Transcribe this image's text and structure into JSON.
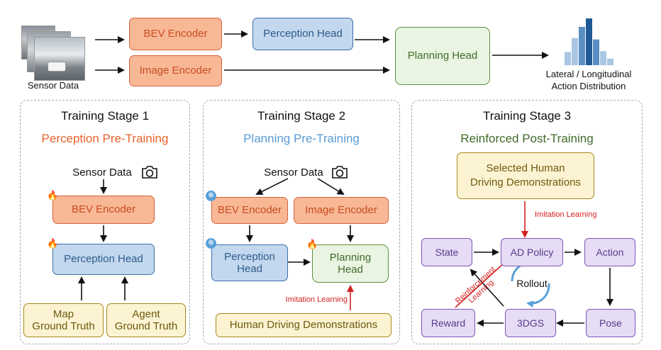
{
  "top": {
    "sensor_data": "Sensor Data",
    "bev_encoder": "BEV Encoder",
    "perception_head": "Perception Head",
    "image_encoder": "Image Encoder",
    "planning_head": "Planning Head",
    "output_label": "Lateral / Longitudinal Action Distribution",
    "histogram_values": [
      0.28,
      0.58,
      0.82,
      1.0,
      0.55,
      0.3,
      0.14
    ]
  },
  "stage1": {
    "title": "Training Stage 1",
    "subtitle": "Perception Pre-Training",
    "sensor_data": "Sensor Data",
    "bev_encoder": "BEV Encoder",
    "perception_head": "Perception Head",
    "map_gt": "Map\nGround Truth",
    "agent_gt": "Agent\nGround Truth"
  },
  "stage2": {
    "title": "Training Stage 2",
    "subtitle": "Planning Pre-Training",
    "sensor_data": "Sensor Data",
    "bev_encoder": "BEV Encoder",
    "image_encoder": "Image Encoder",
    "perception_head": "Perception\nHead",
    "planning_head": "Planning\nHead",
    "imitation": "Imitation Learning",
    "demos": "Human Driving Demonstrations"
  },
  "stage3": {
    "title": "Training Stage 3",
    "subtitle": "Reinforced Post-Training",
    "demos": "Selected Human\nDriving Demonstrations",
    "imitation": "Imitation Learning",
    "state": "State",
    "ad_policy": "AD Policy",
    "action": "Action",
    "rollout": "Rollout",
    "reward": "Reward",
    "threedgs": "3DGS",
    "pose": "Pose",
    "rl_label": "Reinforcement\nLearning"
  },
  "colors": {
    "stage1_subtitle": "#e8622c",
    "stage2_subtitle": "#5b9bd5",
    "stage3_subtitle": "#3e6b28",
    "histogram_light": "#a9c6e3",
    "histogram_mid": "#5b8fc4",
    "histogram_dark": "#1f5a96"
  }
}
